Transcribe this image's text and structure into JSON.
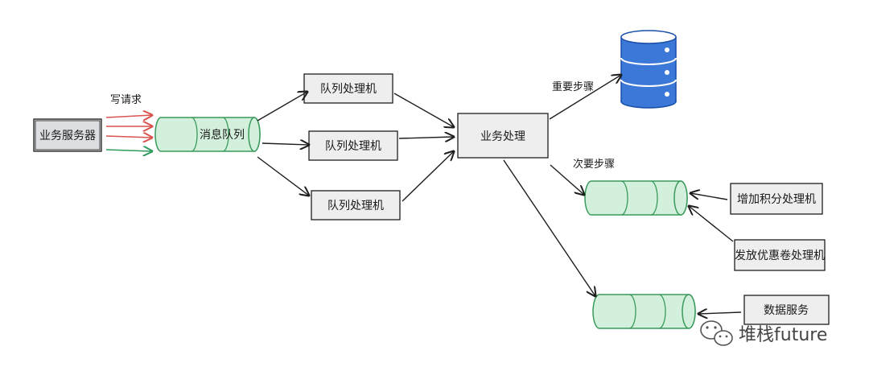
{
  "nodes": {
    "business_server": "业务服务器",
    "message_queue": "消息队列",
    "queue_processor_1": "队列处理机",
    "queue_processor_2": "队列处理机",
    "queue_processor_3": "队列处理机",
    "business_processing": "业务处理",
    "add_points_processor": "增加积分处理机",
    "coupon_processor": "发放优惠卷处理机",
    "data_service": "数据服务"
  },
  "edges": {
    "write_request": "写请求",
    "important_step": "重要步骤",
    "secondary_step": "次要步骤"
  },
  "watermark": "堆栈future",
  "colors": {
    "box_fill": "#e9e9e9",
    "box_fill_dark": "#dcdee2",
    "pipe_fill": "#d3f0dc",
    "pipe_stroke": "#3a9a5c",
    "red_arrow": "#d9534f",
    "green_arrow": "#2f9a5e",
    "database_fill": "#3b78d8",
    "database_stroke": "#1a4fa8"
  },
  "icons": {
    "database": "database-icon",
    "wechat": "wechat-icon"
  }
}
